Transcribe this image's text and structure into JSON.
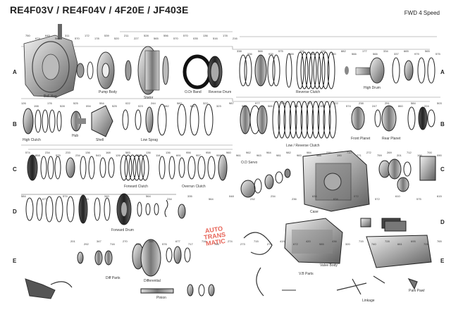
{
  "title": "RE4F03V / RE4F04V / 4F20E / JF403E",
  "subtitle": "FWD 4 Speed",
  "rows": {
    "a_left": "A",
    "a_right": "A",
    "b_left": "B",
    "b_right": "B",
    "c_left": "C",
    "c_right": "C",
    "d_left": "D",
    "d_right": "D",
    "e_left": "E",
    "e_right": "E"
  },
  "captions": {
    "bell_hsg": "Bell Hsg",
    "pump_body": "Pump Body",
    "stator": "Stator",
    "od_band": "O.Dr Band",
    "reverse_drum": "Reverse Drum",
    "reverse_clutch": "Reverse Clutch",
    "high_drum": "High Drum",
    "high_clutch": "High Clutch",
    "hub": "Hub",
    "shell": "Shell",
    "low_sprag": "Low Sprag",
    "low_reverse_clutch": "Low / Reverse Clutch",
    "front_planet": "Front Planet",
    "rear_planet": "Rear Planet",
    "forward_clutch": "Forward Clutch",
    "overrun_clutch": "Overrun Clutch",
    "od_servo": "O.D Servo",
    "case": "Case",
    "forward_drum": "Forward Drum",
    "diff_parts": "Diff Parts",
    "differential": "Differential",
    "pinion": "Pinion",
    "valve_body": "Valve Body",
    "vb_parts": "V.B Parts",
    "linkage": "Linkage",
    "park_pawl": "Park Pawl"
  },
  "watermark": {
    "line1": "AUTO",
    "line2": "TRANS",
    "line3": "MATIC"
  },
  "part_numbers": {
    "a": [
      "750",
      "674",
      "645",
      "588",
      "311",
      "570",
      "172",
      "178",
      "539",
      "520",
      "211",
      "227",
      "528",
      "565",
      "556",
      "570",
      "570",
      "035",
      "136",
      "516",
      "178",
      "216"
    ],
    "a_right": [
      "338",
      "336",
      "566",
      "979",
      "575",
      "565",
      "131",
      "130",
      "133",
      "130",
      "882",
      "566",
      "177",
      "566",
      "334",
      "337",
      "665",
      "979",
      "565",
      "575"
    ],
    "b": [
      "126",
      "198",
      "176",
      "528",
      "525",
      "094",
      "554",
      "525",
      "022",
      "023",
      "244",
      "582",
      "582",
      "830",
      "322",
      "323",
      "987",
      "967",
      "977",
      "565",
      "566",
      "114",
      "957",
      "154",
      "522",
      "574",
      "238",
      "247",
      "251",
      "860",
      "584",
      "224",
      "503"
    ],
    "c": [
      "574",
      "858",
      "234",
      "579",
      "233",
      "234",
      "136",
      "543",
      "168",
      "126",
      "583",
      "583",
      "136",
      "116",
      "136",
      "691",
      "956",
      "957",
      "958",
      "959",
      "960",
      "961",
      "962",
      "963",
      "964",
      "981",
      "982",
      "983",
      "984",
      "985",
      "270",
      "190",
      "710",
      "271",
      "272",
      "759",
      "269",
      "201",
      "712",
      "196",
      "700",
      "090"
    ],
    "d": [
      "584",
      "677",
      "574",
      "960",
      "340",
      "341",
      "564",
      "234",
      "335",
      "564",
      "048",
      "232",
      "234",
      "236",
      "634",
      "634",
      "072",
      "572",
      "610",
      "575",
      "615"
    ],
    "e": [
      "201",
      "292",
      "347",
      "716",
      "270",
      "289",
      "288",
      "576",
      "677",
      "717",
      "716",
      "785",
      "274",
      "273",
      "715",
      "275",
      "415",
      "672",
      "420",
      "985",
      "436",
      "320",
      "715",
      "740",
      "728",
      "661",
      "695",
      "705",
      "765"
    ]
  }
}
